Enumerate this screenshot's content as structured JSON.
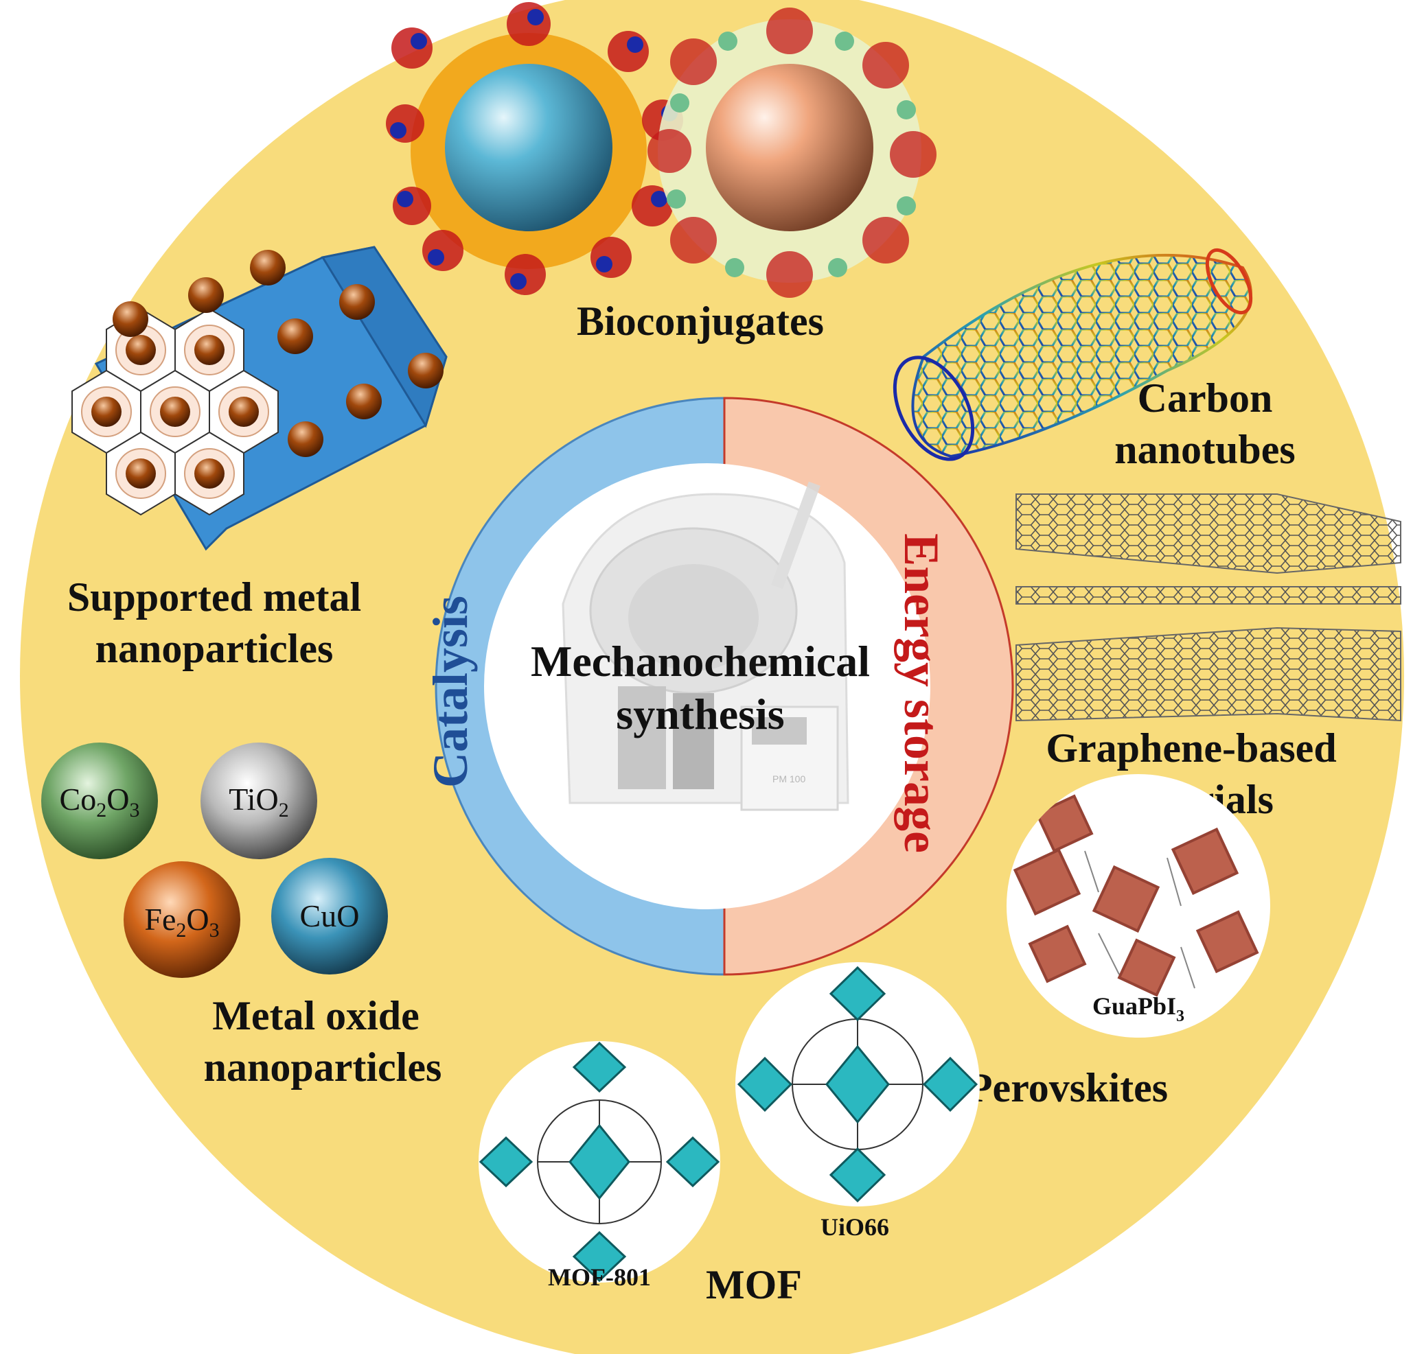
{
  "center": {
    "title_line1": "Mechanochemical",
    "title_line2": "synthesis",
    "device_label": "PM 100"
  },
  "ring": {
    "left_label": "Catalysis",
    "right_label": "Energy storage"
  },
  "categories": {
    "bioconjugates": "Bioconjugates",
    "carbon_nanotubes_line1": "Carbon",
    "carbon_nanotubes_line2": "nanotubes",
    "graphene_line1": "Graphene-based",
    "graphene_line2": "materials",
    "perovskites": "Perovskites",
    "perovskite_compound": "GuaPbI",
    "perovskite_subscript": "3",
    "mof": "MOF",
    "mof_801": "MOF-801",
    "uio66": "UiO66",
    "metal_oxide_line1": "Metal oxide",
    "metal_oxide_line2": "nanoparticles",
    "supported_metal_line1": "Supported metal",
    "supported_metal_line2": "nanoparticles"
  },
  "oxides": [
    {
      "base": "Co",
      "sub1": "2",
      "mid": "O",
      "sub2": "3",
      "color": "#6fa566"
    },
    {
      "base": "TiO",
      "sub1": "2",
      "mid": "",
      "sub2": "",
      "color": "#b9b9b9"
    },
    {
      "base": "Fe",
      "sub1": "2",
      "mid": "O",
      "sub2": "3",
      "color": "#d2661a"
    },
    {
      "base": "CuO",
      "sub1": "",
      "mid": "",
      "sub2": "",
      "color": "#3b93b8"
    }
  ],
  "colors": {
    "outer_disc": "#f8dc7c",
    "catalysis_ring": "#8ec4ea",
    "energy_ring": "#f9c8ac",
    "catalysis_text": "#1f4e96",
    "energy_text": "#c41a1a",
    "nanoparticle": "#a0480c",
    "support": "#3b8fd4",
    "mof_node": "#2bb8c0",
    "nanotube_start": "#1a2aa8",
    "nanotube_end": "#d63a1a"
  }
}
